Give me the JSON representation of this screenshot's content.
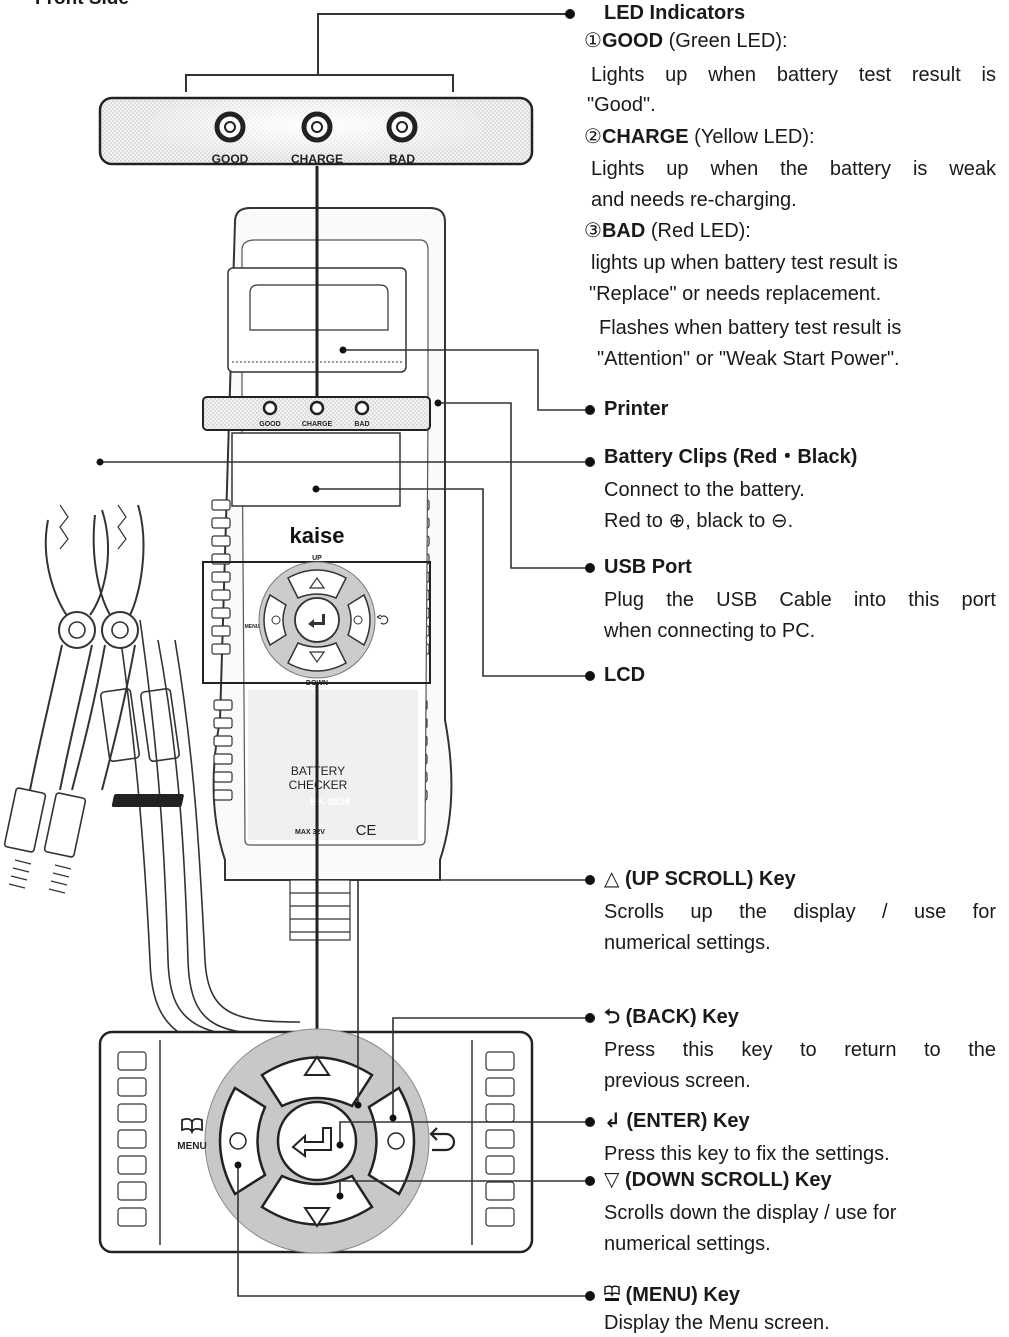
{
  "side_title": "Front Side",
  "device": {
    "led_labels": [
      "GOOD",
      "CHARGE",
      "BAD"
    ],
    "brand": "kaise",
    "key_up_label": "UP",
    "key_down_label": "DOWN",
    "key_menu_label": "MENU",
    "model_line1": "BATTERY",
    "model_line2": "CHECKER",
    "model_number": "BK-8538",
    "rating": "MAX 32V",
    "ce": "CE"
  },
  "callouts": {
    "led": {
      "title": "LED Indicators",
      "items": [
        {
          "num": "①",
          "name": "GOOD",
          "detail": " (Green LED):",
          "desc": [
            "Lights up when battery test result is",
            "\"Good\"."
          ]
        },
        {
          "num": "②",
          "name": "CHARGE",
          "detail": " (Yellow LED):",
          "desc": [
            "Lights up when the battery is weak",
            "and needs re-charging."
          ]
        },
        {
          "num": "③",
          "name": "BAD",
          "detail": " (Red LED):",
          "desc": [
            "lights up when battery test result is",
            "\"Replace\" or needs replacement.",
            "Flashes when battery test result is",
            "\"Attention\" or \"Weak Start Power\"."
          ]
        }
      ]
    },
    "printer": {
      "title": "Printer"
    },
    "clips": {
      "title": "Battery Clips (Red・Black)",
      "desc": [
        "Connect to the battery.",
        "Red to ⊕, black to ⊖."
      ]
    },
    "usb": {
      "title": "USB Port",
      "desc": [
        "Plug the USB Cable into this port",
        "when connecting to PC."
      ]
    },
    "lcd": {
      "title": "LCD"
    },
    "up": {
      "title": "△ (UP SCROLL) Key",
      "desc": [
        "Scrolls up the display / use for",
        "numerical settings."
      ]
    },
    "back": {
      "title": "⮌ (BACK) Key",
      "desc": [
        "Press this key to return to the",
        "previous screen."
      ]
    },
    "enter": {
      "title": "↲ (ENTER) Key",
      "desc": [
        "Press this key to fix the settings."
      ]
    },
    "down": {
      "title": "▽ (DOWN SCROLL) Key",
      "desc": [
        "Scrolls down the display / use for",
        "numerical settings."
      ]
    },
    "menu": {
      "title": "(MENU) Key",
      "desc": [
        "Display the Menu screen."
      ]
    }
  }
}
